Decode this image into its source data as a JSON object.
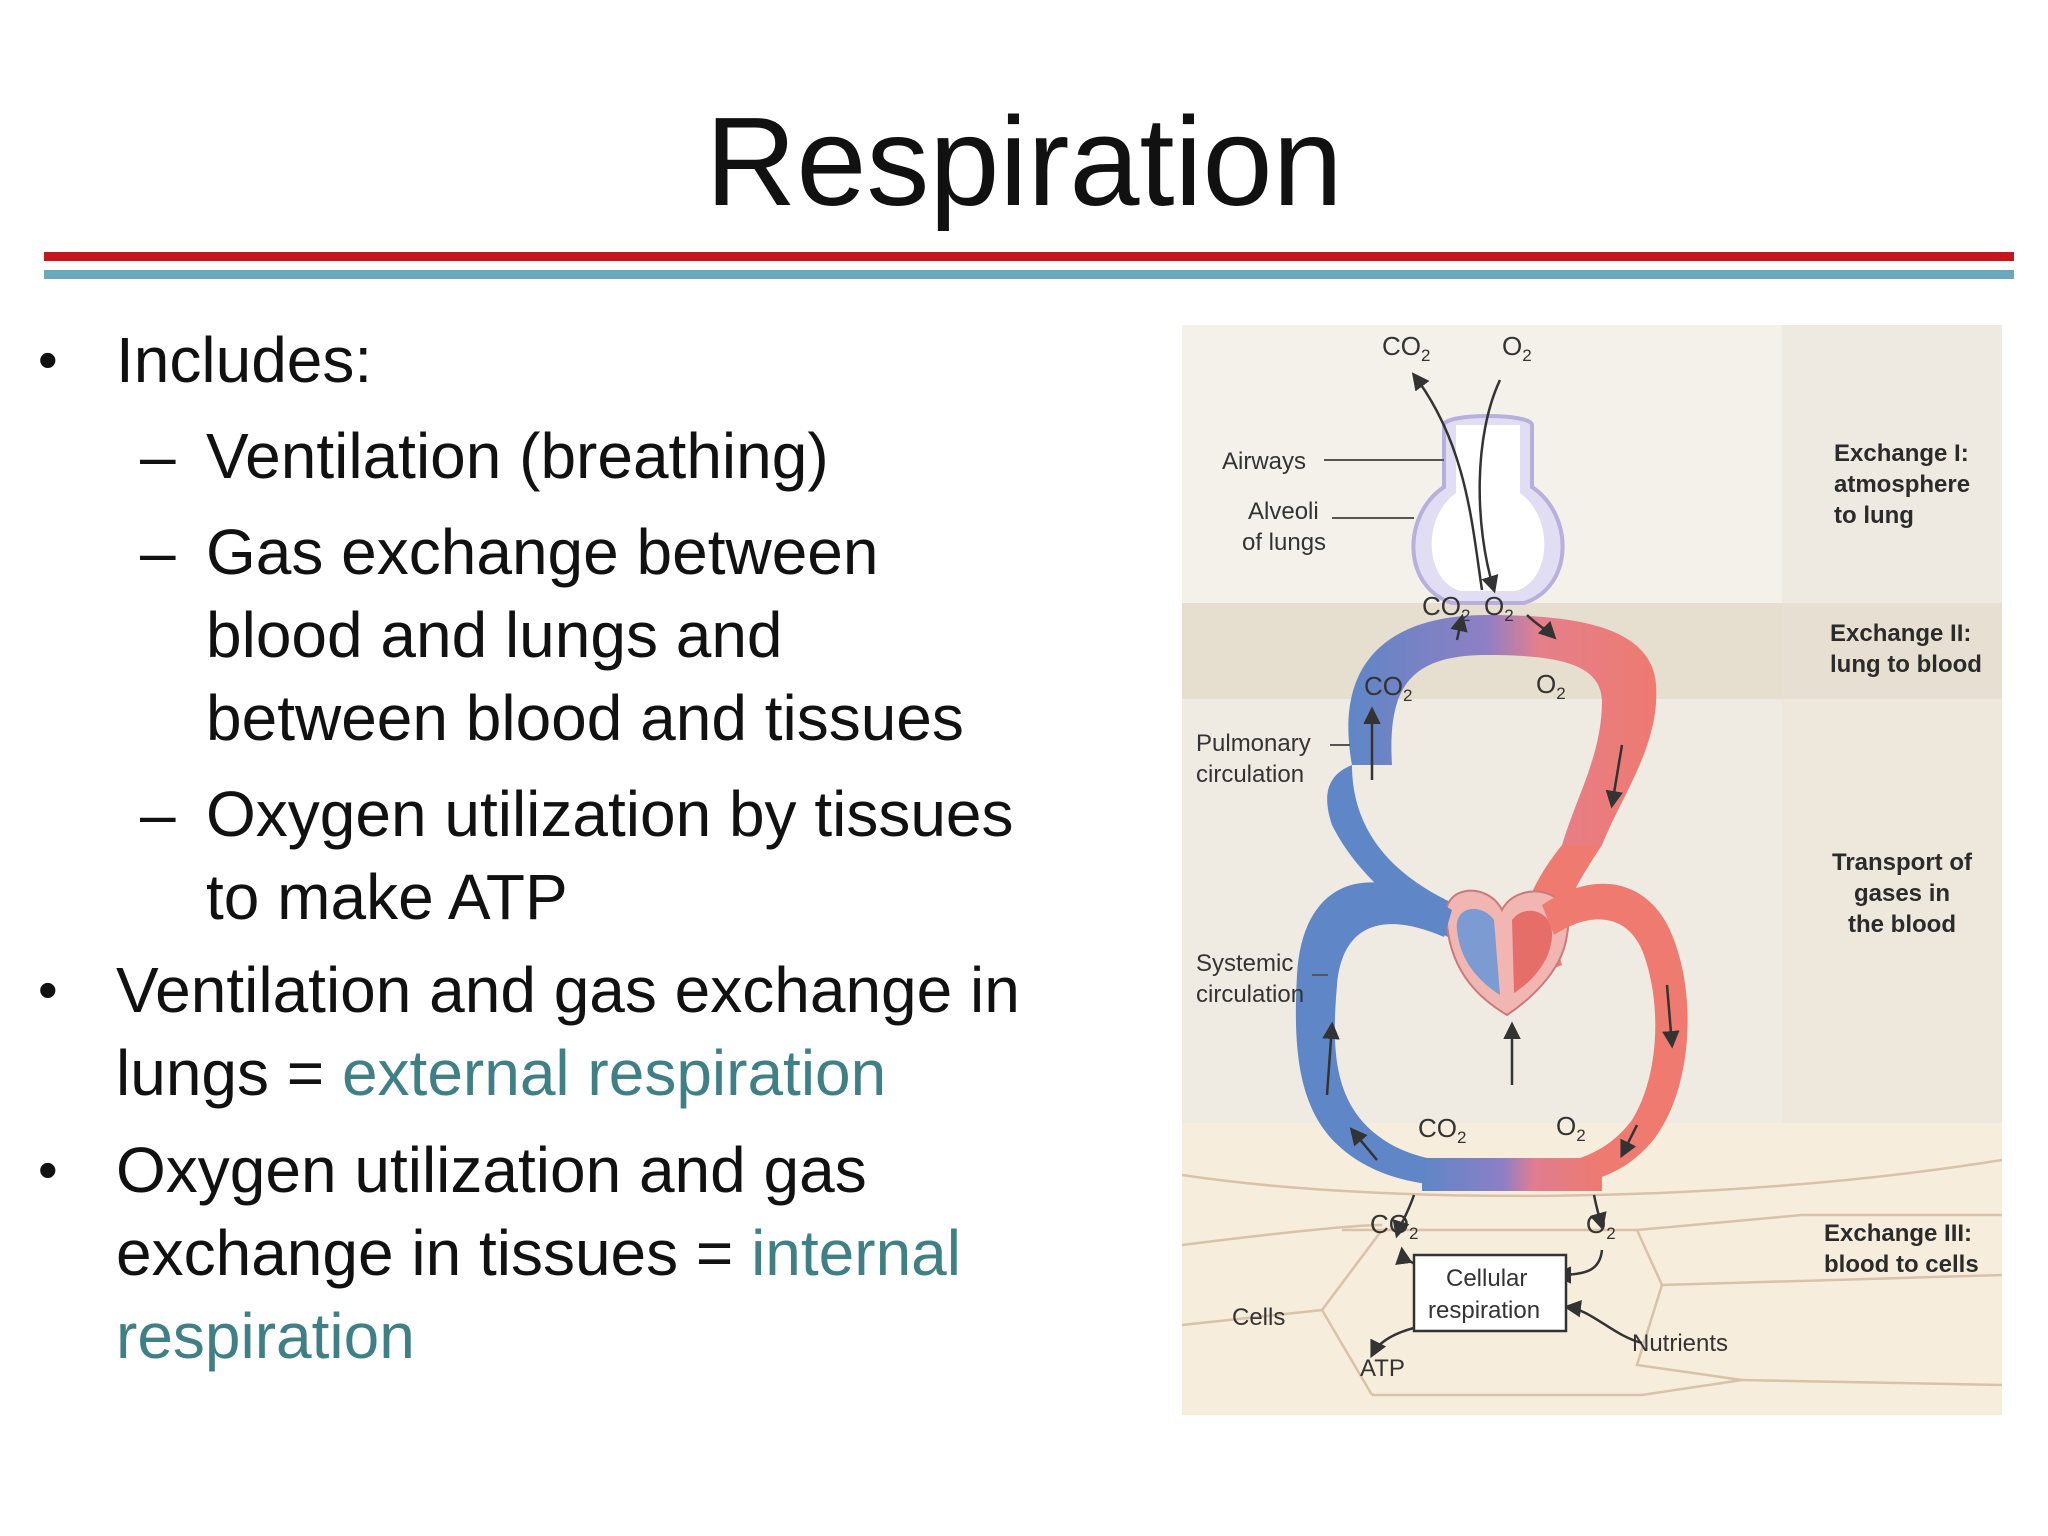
{
  "slide": {
    "title": "Respiration"
  },
  "bullets": {
    "includes": "Includes:",
    "sub1": "Ventilation (breathing)",
    "sub2_line1": "Gas exchange between",
    "sub2_line2": "blood and lungs and",
    "sub2_line3": "between blood and tissues",
    "sub3_line1": "Oxygen utilization by tissues",
    "sub3_line2": "to make ATP",
    "b2_line1": "Ventilation and gas exchange in",
    "b2_line2_prefix": "lungs = ",
    "b2_line2_term": "external respiration",
    "b3_line1": "Oxygen utilization and gas",
    "b3_line2_prefix": "exchange in tissues = ",
    "b3_line2_term": "internal",
    "b3_line3_term": "respiration",
    "bullet_symbol": "•",
    "dash_symbol": "–"
  },
  "diagram": {
    "labels": {
      "airways": "Airways",
      "alveoli_1": "Alveoli",
      "alveoli_2": "of lungs",
      "pulmonary_1": "Pulmonary",
      "pulmonary_2": "circulation",
      "systemic_1": "Systemic",
      "systemic_2": "circulation",
      "cells": "Cells",
      "cellular_1": "Cellular",
      "cellular_2": "respiration",
      "nutrients": "Nutrients",
      "atp": "ATP",
      "co2_base": "CO",
      "o2_base": "O",
      "subscript_2": "2"
    },
    "bands": {
      "exchange1_1": "Exchange I:",
      "exchange1_2": "atmosphere",
      "exchange1_3": "to lung",
      "exchange2_1": "Exchange II:",
      "exchange2_2": "lung to blood",
      "transport_1": "Transport of",
      "transport_2": "gases in",
      "transport_3": "the blood",
      "exchange3_1": "Exchange III:",
      "exchange3_2": "blood to cells"
    },
    "colors": {
      "deoxygenated": "#5f86c6",
      "oxygenated": "#ee7a70",
      "band_light": "#f3efe7",
      "band_dark": "#e5dccc",
      "alveoli": "#d9d6f0"
    }
  }
}
